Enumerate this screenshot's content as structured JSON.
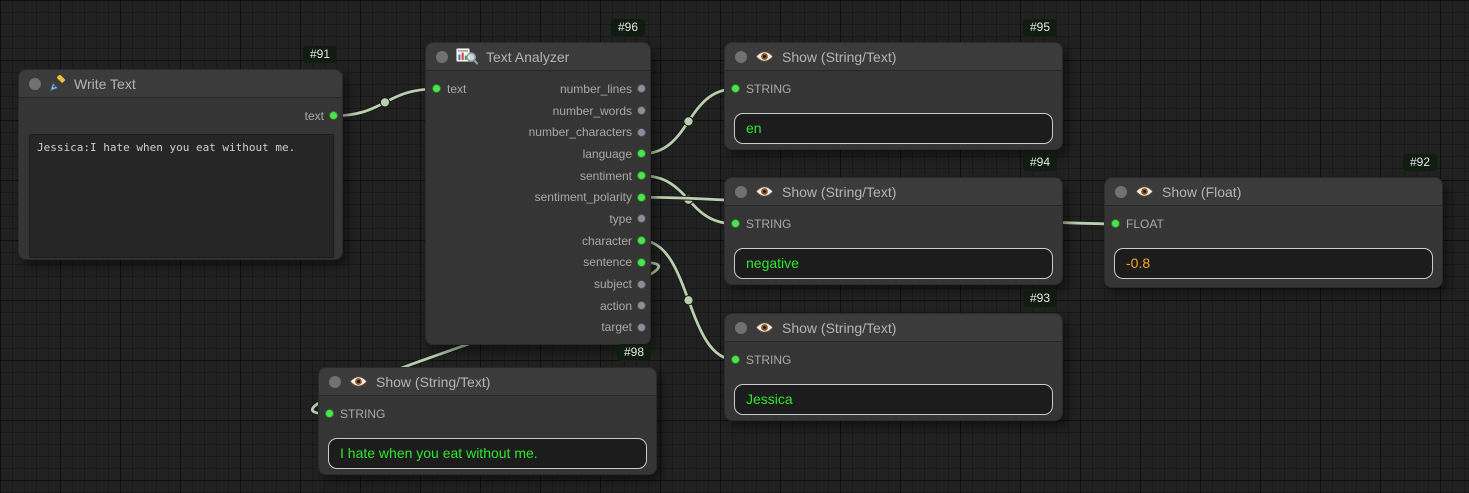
{
  "colors": {
    "wire": "#b9cfad",
    "wire_outline": "#191919",
    "connected_port": "#4fe24f",
    "unconnected_port": "#8f8c9c",
    "string_value": "#2ee62e",
    "float_value": "#ffa41e"
  },
  "nodes": {
    "write_text": {
      "id": "#91",
      "title": "Write Text",
      "output": "text",
      "text": "Jessica:I hate when you eat without me."
    },
    "analyzer": {
      "id": "#96",
      "title": "Text Analyzer",
      "input": "text",
      "outputs": [
        "number_lines",
        "number_words",
        "number_characters",
        "language",
        "sentiment",
        "sentiment_polarity",
        "type",
        "character",
        "sentence",
        "subject",
        "action",
        "target"
      ]
    },
    "show_language": {
      "id": "#95",
      "title": "Show (String/Text)",
      "input": "STRING",
      "value": "en"
    },
    "show_sentiment": {
      "id": "#94",
      "title": "Show (String/Text)",
      "input": "STRING",
      "value": "negative"
    },
    "show_polarity": {
      "id": "#92",
      "title": "Show (Float)",
      "input": "FLOAT",
      "value": "-0.8"
    },
    "show_character": {
      "id": "#93",
      "title": "Show (String/Text)",
      "input": "STRING",
      "value": "Jessica"
    },
    "show_sentence": {
      "id": "#98",
      "title": "Show (String/Text)",
      "input": "STRING",
      "value": "I hate when you eat without me."
    }
  },
  "connections": [
    {
      "from": "write_text.text",
      "to": "analyzer.text"
    },
    {
      "from": "analyzer.language",
      "to": "show_language.STRING"
    },
    {
      "from": "analyzer.sentiment",
      "to": "show_sentiment.STRING"
    },
    {
      "from": "analyzer.sentiment_polarity",
      "to": "show_polarity.FLOAT"
    },
    {
      "from": "analyzer.character",
      "to": "show_character.STRING"
    },
    {
      "from": "analyzer.sentence",
      "to": "show_sentence.STRING"
    }
  ]
}
